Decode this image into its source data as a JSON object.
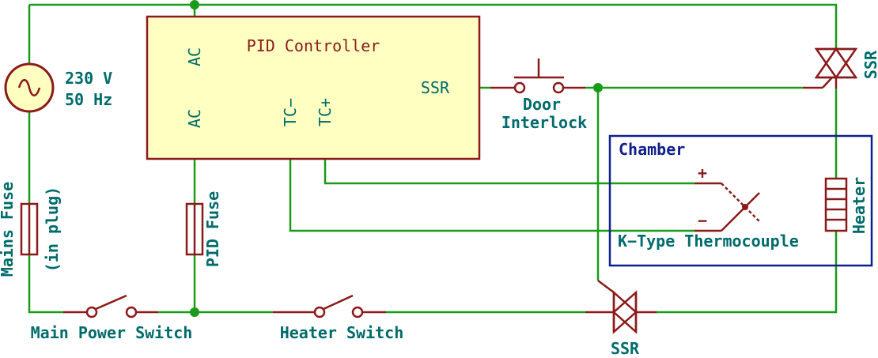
{
  "colors": {
    "wire": "#1a9a1a",
    "component": "#8b1a1a",
    "label": "#006b6b",
    "chamber_border": "#0f1f8c",
    "controller_fill": "#ffffc2"
  },
  "source": {
    "voltage": "230 V",
    "frequency": "50 Hz",
    "icon": "ac-source-icon"
  },
  "controller": {
    "title": "PID Controller",
    "pin_ac_top": "AC",
    "pin_ac_bottom": "AC",
    "pin_tc_minus": "TC−",
    "pin_tc_plus": "TC+",
    "pin_ssr": "SSR"
  },
  "door_interlock": {
    "line1": "Door",
    "line2": "Interlock"
  },
  "chamber": {
    "title": "Chamber",
    "thermocouple": "K−Type Thermocouple",
    "plus": "+",
    "minus": "−"
  },
  "heater": {
    "label": "Heater"
  },
  "ssr_top": {
    "label": "SSR"
  },
  "ssr_bottom": {
    "label": "SSR"
  },
  "mains_fuse": {
    "label": "Mains Fuse",
    "note": "(in plug)"
  },
  "pid_fuse": {
    "label": "PID Fuse"
  },
  "main_switch": {
    "label": "Main Power Switch"
  },
  "heater_switch": {
    "label": "Heater Switch"
  }
}
